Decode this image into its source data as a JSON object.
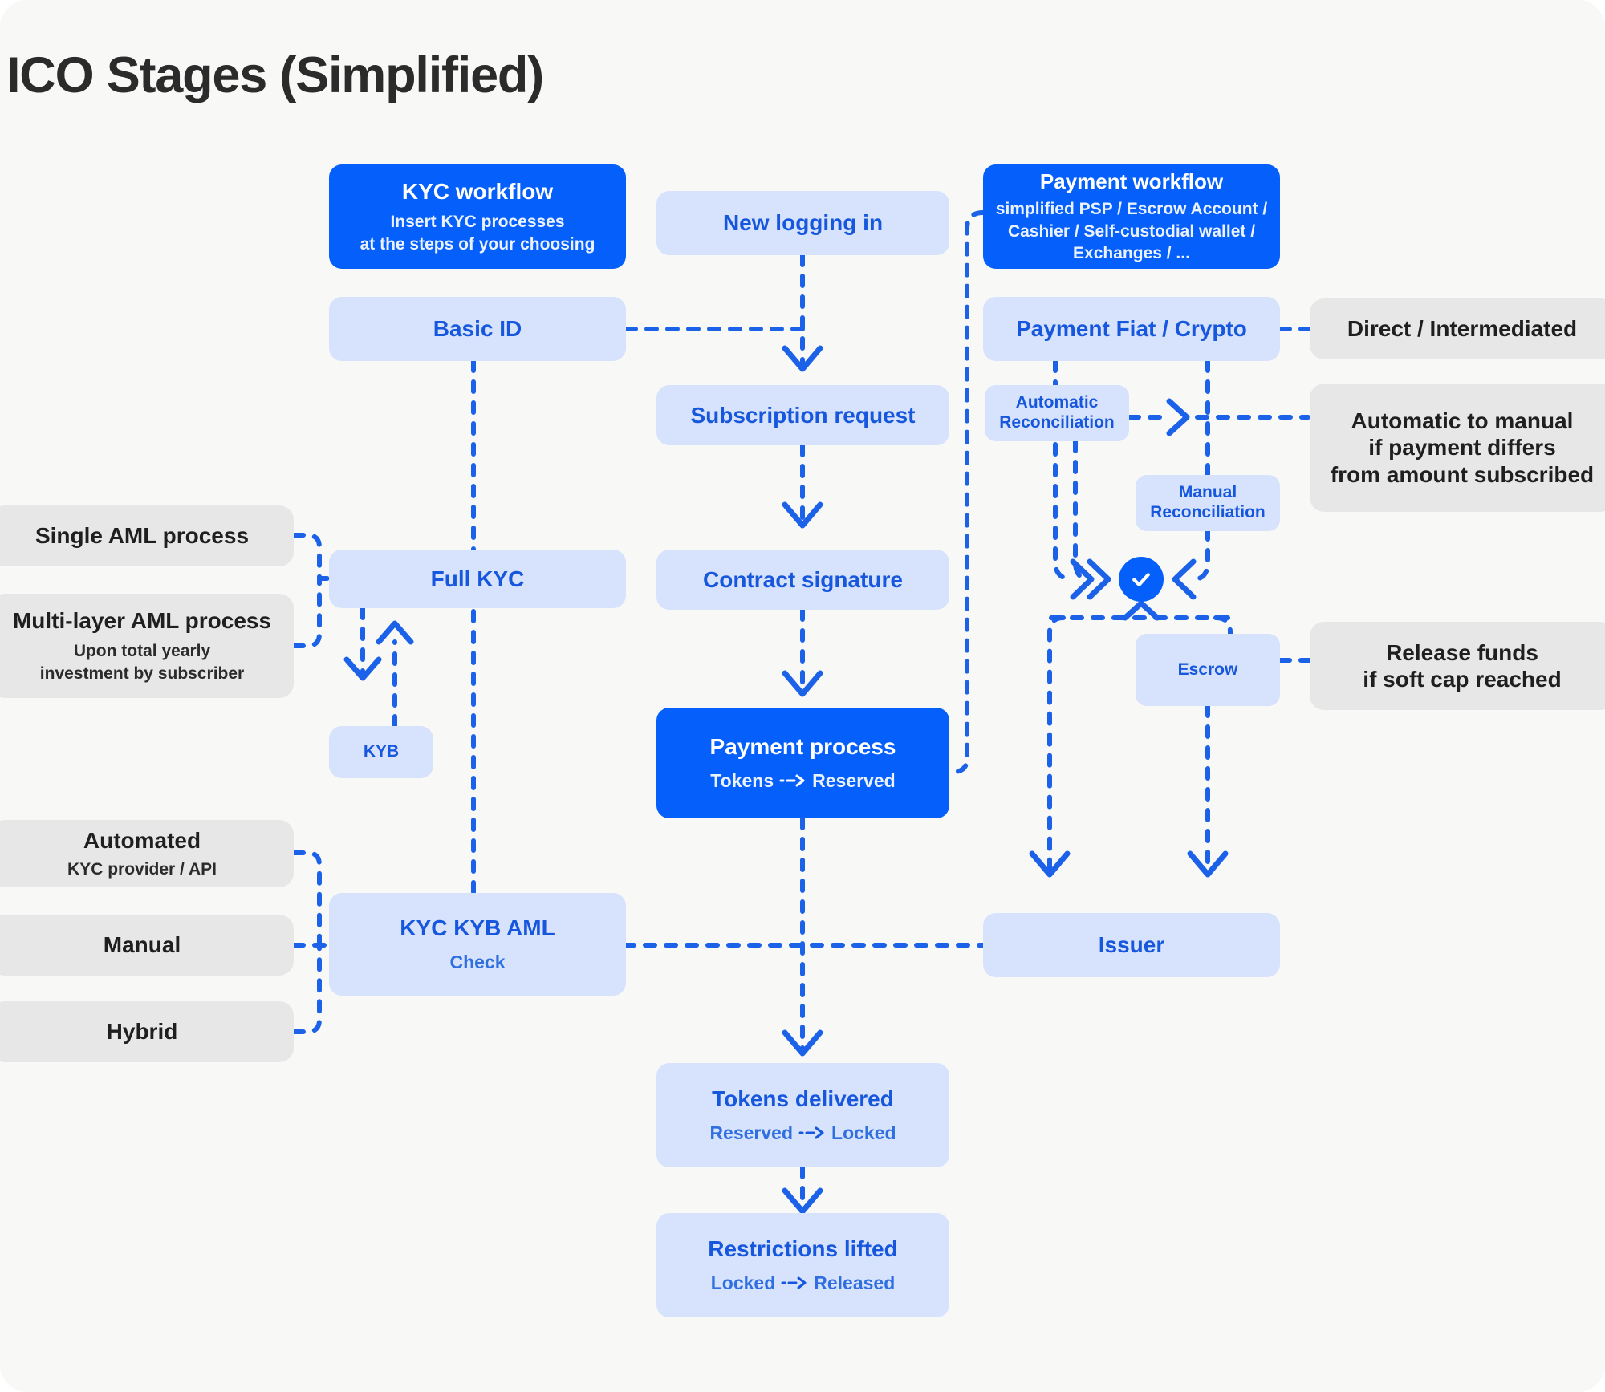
{
  "page": {
    "title": "ICO Stages (Simplified)",
    "background": "#f8f8f6"
  },
  "colors": {
    "accent_blue": "#0560fb",
    "light_blue": "#d7e3fc",
    "text_blue": "#1757dd",
    "gray_box": "#e7e7e7",
    "title_text": "#2b2b2b"
  },
  "nodes": {
    "kyc_workflow": {
      "title": "KYC workflow",
      "line1": "Insert KYC processes",
      "line2": "at the steps of your choosing"
    },
    "basic_id": {
      "title": "Basic ID"
    },
    "full_kyc": {
      "title": "Full KYC"
    },
    "kyb": {
      "title": "KYB"
    },
    "kyc_kyb_aml": {
      "title": "KYC KYB AML",
      "subtitle": "Check"
    },
    "new_logging_in": {
      "title": "New logging in"
    },
    "subscription_request": {
      "title": "Subscription request"
    },
    "contract_signature": {
      "title": "Contract signature"
    },
    "payment_process": {
      "title": "Payment process",
      "from": "Tokens",
      "to": "Reserved"
    },
    "tokens_delivered": {
      "title": "Tokens delivered",
      "from": "Reserved",
      "to": "Locked"
    },
    "restrictions_lifted": {
      "title": "Restrictions lifted",
      "from": "Locked",
      "to": "Released"
    },
    "payment_workflow": {
      "title": "Payment workflow",
      "line1": "simplified PSP / Escrow Account /",
      "line2": "Cashier / Self-custodial wallet /",
      "line3": "Exchanges / ..."
    },
    "payment_fiat_crypto": {
      "title": "Payment Fiat / Crypto"
    },
    "automatic_reconciliation": {
      "line1": "Automatic",
      "line2": "Reconciliation"
    },
    "manual_reconciliation": {
      "line1": "Manual",
      "line2": "Reconciliation"
    },
    "escrow": {
      "title": "Escrow"
    },
    "issuer": {
      "title": "Issuer"
    }
  },
  "annotations": {
    "single_aml": {
      "title": "Single AML process"
    },
    "multi_layer_aml": {
      "title": "Multi-layer AML process",
      "line1": "Upon total yearly",
      "line2": "investment by subscriber"
    },
    "automated": {
      "title": "Automated",
      "subtitle": "KYC provider / API"
    },
    "manual": {
      "title": "Manual"
    },
    "hybrid": {
      "title": "Hybrid"
    },
    "direct_intermediated": {
      "title": "Direct / Intermediated"
    },
    "automatic_to_manual": {
      "line1": "Automatic to manual",
      "line2": "if payment differs",
      "line3": "from amount subscribed"
    },
    "release_funds": {
      "line1": "Release funds",
      "line2": "if soft cap reached"
    }
  },
  "icons": {
    "check_circle": "check-circle-icon",
    "transition_arrow": "dashed-arrow-icon"
  }
}
